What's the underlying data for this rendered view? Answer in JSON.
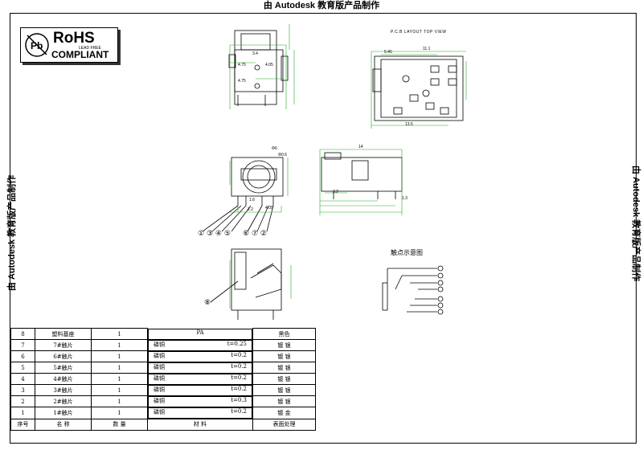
{
  "watermark": {
    "top": "由 Autodesk 教育版产品制作",
    "left": "由 Autodesk 教育版产品制作",
    "right": "由 Autodesk 教育版产品制作"
  },
  "logo": {
    "title": "RoHS",
    "lead_free": "LEAD FREE",
    "compliant": "COMPLIANT"
  },
  "pcb_title": "P.C.B LAYOUT   TOP VIEW",
  "contact_title": "触点示意图",
  "callouts": {
    "group": [
      "①",
      "③",
      "④",
      "⑤"
    ],
    "group2": [
      "⑥",
      "⑦",
      "②"
    ],
    "eight": "⑧"
  },
  "bom": {
    "rows": [
      {
        "no": "8",
        "name": "塑料基座",
        "qty": "1",
        "material": "PA",
        "thick": "",
        "finish": "黑色"
      },
      {
        "no": "7",
        "name": "7#触片",
        "qty": "1",
        "material": "磷铜",
        "thick": "t=0.25",
        "finish": "镀 银"
      },
      {
        "no": "6",
        "name": "6#触片",
        "qty": "1",
        "material": "磷铜",
        "thick": "t=0.2",
        "finish": "镀 银"
      },
      {
        "no": "5",
        "name": "5#触片",
        "qty": "1",
        "material": "磷铜",
        "thick": "t=0.2",
        "finish": "镀 银"
      },
      {
        "no": "4",
        "name": "4#触片",
        "qty": "1",
        "material": "磷铜",
        "thick": "t=0.2",
        "finish": "镀 银"
      },
      {
        "no": "3",
        "name": "3#触片",
        "qty": "1",
        "material": "磷铜",
        "thick": "t=0.2",
        "finish": "镀 银"
      },
      {
        "no": "2",
        "name": "2#触片",
        "qty": "1",
        "material": "磷铜",
        "thick": "t=0.3",
        "finish": "镀 银"
      },
      {
        "no": "1",
        "name": "1#触片",
        "qty": "1",
        "material": "磷铜",
        "thick": "t=0.2",
        "finish": "镀 金"
      }
    ],
    "header": {
      "no": "序号",
      "name": "名 称",
      "qty": "数 量",
      "material": "材 料",
      "finish": "表面处理"
    }
  },
  "dims": {
    "d1": "3.4",
    "d2": "4.75",
    "d3": "4.05",
    "d4": "4.75",
    "d5": "14",
    "d6": "5.45",
    "d7": "11.1",
    "d8": "13.5",
    "d9": "Φ6",
    "d10": "Φ0.6",
    "d11": "1.6",
    "d12": "4.05",
    "d13": "2.2",
    "d14": "3.2",
    "d15": "1.3"
  }
}
